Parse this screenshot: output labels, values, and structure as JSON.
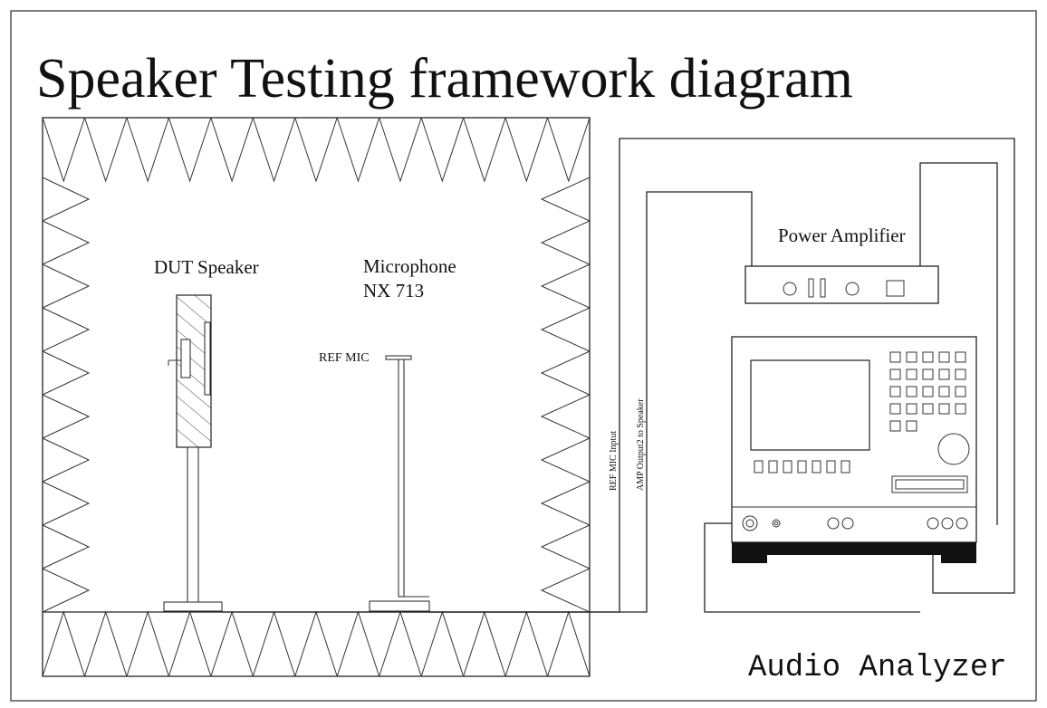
{
  "title": "Speaker Testing framework diagram",
  "labels": {
    "dut_speaker": "DUT Speaker",
    "microphone_line1": "Microphone",
    "microphone_line2": "NX 713",
    "ref_mic": "REF MIC",
    "power_amplifier": "Power Amplifier",
    "audio_analyzer": "Audio Analyzer",
    "ref_mic_input": "REF MIC Inptut",
    "amp_output": "AMP Output2 to Speaker"
  },
  "colors": {
    "line": "#222222",
    "background": "#ffffff"
  }
}
